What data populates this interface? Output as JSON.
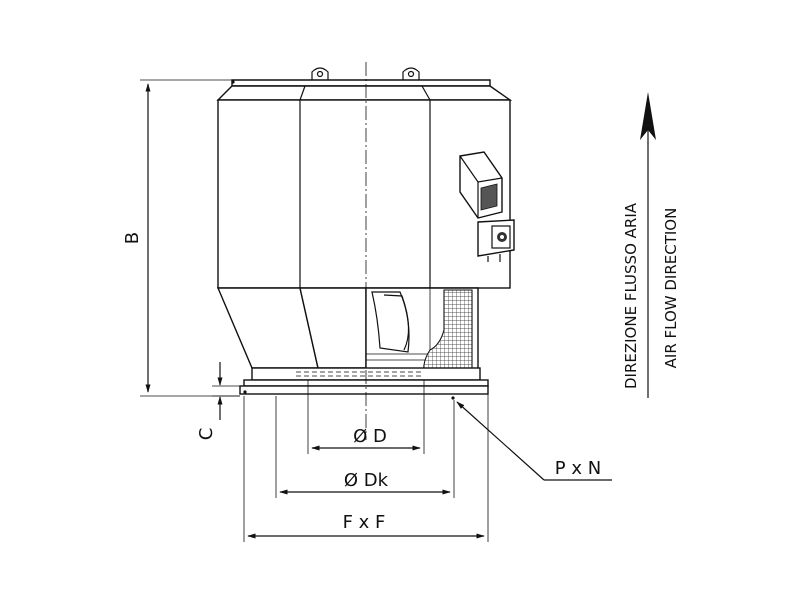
{
  "labels": {
    "height": "B",
    "base_thickness": "C",
    "inner_diameter": "Ø D",
    "flange_diameter": "Ø Dk",
    "base_size": "F x F",
    "holes": "P x N"
  },
  "airflow": {
    "italian": "DIREZIONE FLUSSO ARIA",
    "english": "AIR FLOW DIRECTION"
  },
  "colors": {
    "line": "#111111",
    "background": "#ffffff"
  }
}
